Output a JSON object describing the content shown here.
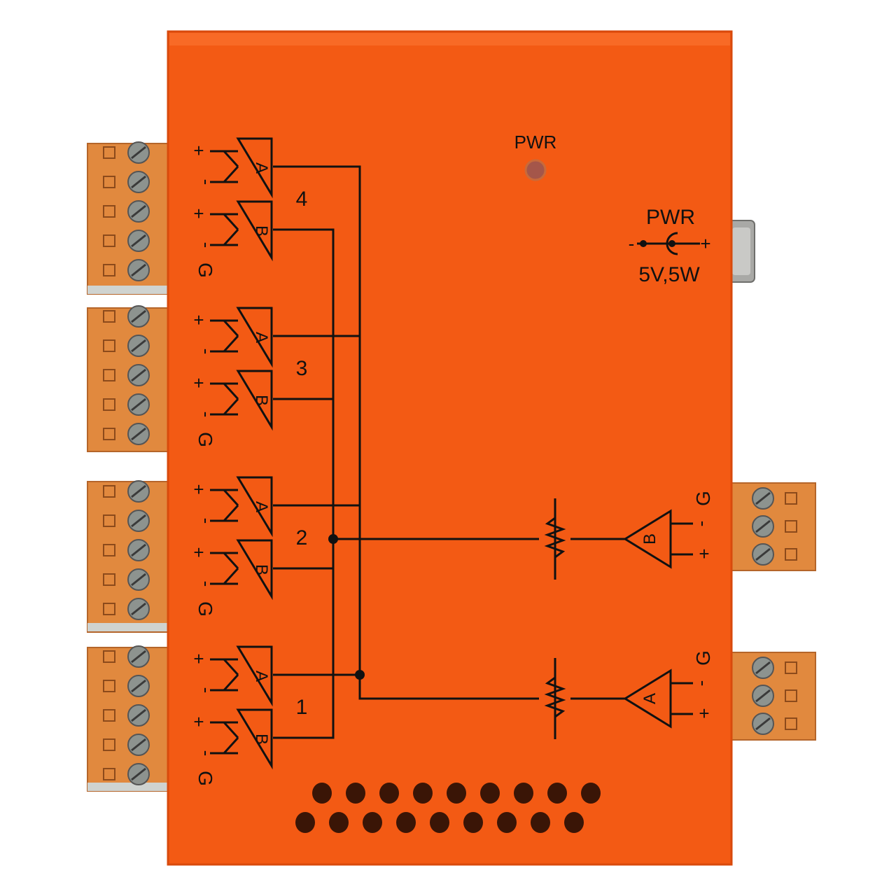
{
  "led": {
    "label": "PWR"
  },
  "power_input": {
    "label": "PWR",
    "minus": "-",
    "plus": "+",
    "rating": "5V,5W"
  },
  "inputs": [
    {
      "number": "4",
      "channels": [
        {
          "name": "A",
          "plus": "+",
          "minus": "-"
        },
        {
          "name": "B",
          "plus": "+",
          "minus": "-"
        }
      ],
      "ground": "G"
    },
    {
      "number": "3",
      "channels": [
        {
          "name": "A",
          "plus": "+",
          "minus": "-"
        },
        {
          "name": "B",
          "plus": "+",
          "minus": "-"
        }
      ],
      "ground": "G"
    },
    {
      "number": "2",
      "channels": [
        {
          "name": "A",
          "plus": "+",
          "minus": "-"
        },
        {
          "name": "B",
          "plus": "+",
          "minus": "-"
        }
      ],
      "ground": "G"
    },
    {
      "number": "1",
      "channels": [
        {
          "name": "A",
          "plus": "+",
          "minus": "-"
        },
        {
          "name": "B",
          "plus": "+",
          "minus": "-"
        }
      ],
      "ground": "G"
    }
  ],
  "outputs": [
    {
      "name": "B",
      "ground": "G",
      "minus": "-",
      "plus": "+"
    },
    {
      "name": "A",
      "ground": "G",
      "minus": "-",
      "plus": "+"
    }
  ],
  "colors": {
    "housing": "#f35a14",
    "housing_edge": "#d94a0c",
    "terminal": "#e1893e",
    "terminal_dark": "#b5652a",
    "screw": "#8d938f",
    "wire": "#111111",
    "led": "#a4564a"
  }
}
